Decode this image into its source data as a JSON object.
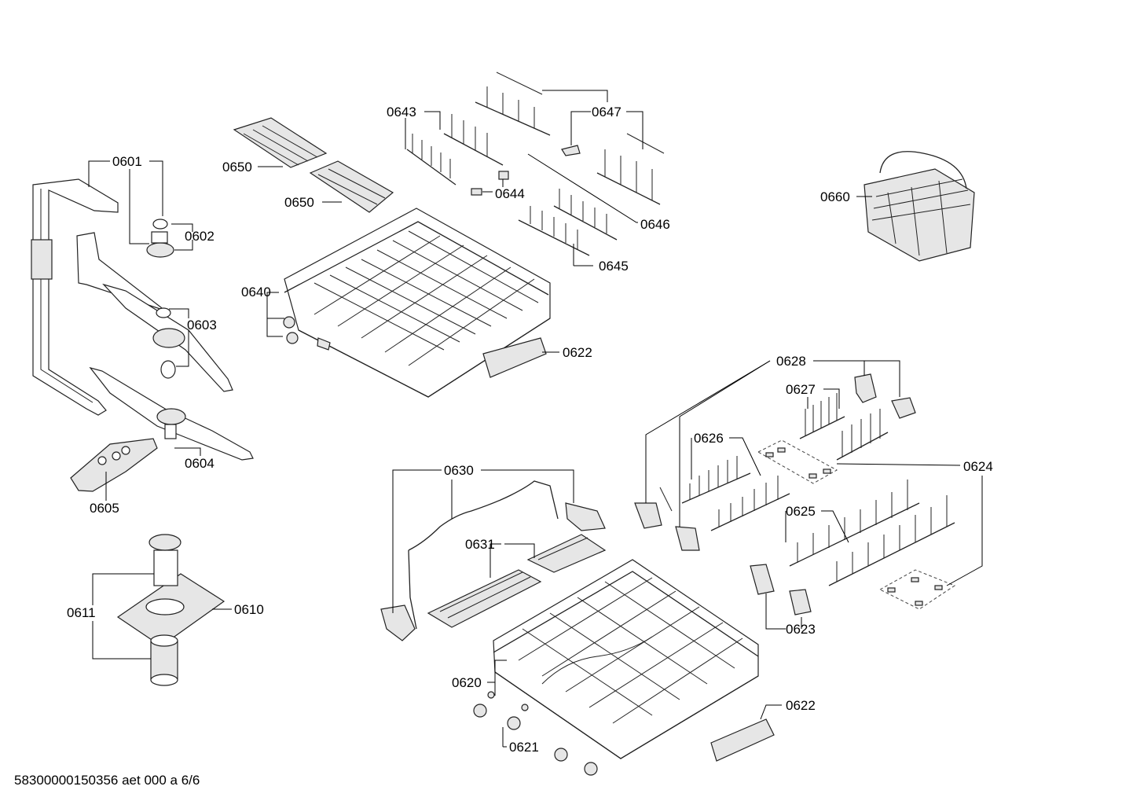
{
  "labels": {
    "l0601": "0601",
    "l0602": "0602",
    "l0603": "0603",
    "l0604": "0604",
    "l0605": "0605",
    "l0610": "0610",
    "l0611": "0611",
    "l0620": "0620",
    "l0621": "0621",
    "l0622a": "0622",
    "l0622b": "0622",
    "l0623": "0623",
    "l0624": "0624",
    "l0625": "0625",
    "l0626": "0626",
    "l0627": "0627",
    "l0628": "0628",
    "l0630": "0630",
    "l0631": "0631",
    "l0640": "0640",
    "l0643": "0643",
    "l0644": "0644",
    "l0645": "0645",
    "l0646": "0646",
    "l0647": "0647",
    "l0650a": "0650",
    "l0650b": "0650",
    "l0660": "0660"
  },
  "footer": "58300000150356 aet 000 a 6/6"
}
